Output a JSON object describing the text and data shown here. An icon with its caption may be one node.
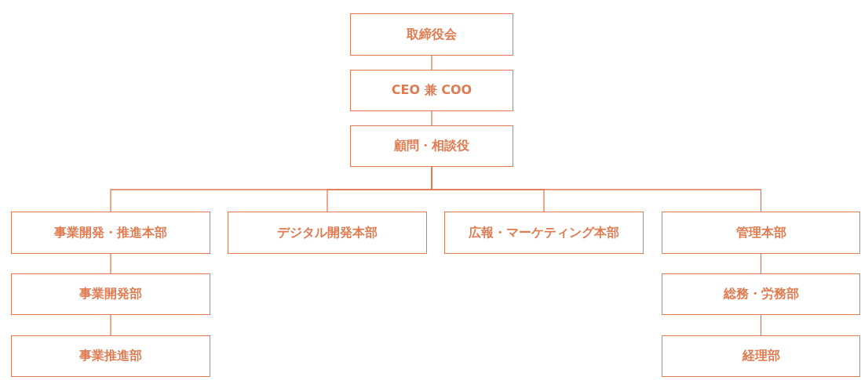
{
  "diagram": {
    "nodes": [
      {
        "text": [
          "取締役会"
        ]
      },
      {
        "text": [
          "CEO 兼 COO"
        ]
      },
      {
        "text": [
          "顧問・相談役"
        ]
      },
      {
        "text": [
          "事業開発・推進本部"
        ]
      },
      {
        "text": [
          "デジタル開発本部"
        ]
      },
      {
        "text": [
          "広報・マーケティング本部"
        ]
      },
      {
        "text": [
          "管理本部"
        ]
      },
      {
        "text": [
          "事業開発部"
        ]
      },
      {
        "text": [
          "事業推進部"
        ]
      },
      {
        "text": [
          "総務・労務部"
        ]
      },
      {
        "text": [
          "経理部"
        ]
      }
    ],
    "edges": [
      {
        "from": 0,
        "to": 1,
        "arrow": "none"
      },
      {
        "from": 1,
        "to": 2,
        "arrow": "none"
      },
      {
        "from": 2,
        "to": 3,
        "arrow": "none"
      },
      {
        "from": 2,
        "to": 4,
        "arrow": "none"
      },
      {
        "from": 2,
        "to": 5,
        "arrow": "none"
      },
      {
        "from": 2,
        "to": 6,
        "arrow": "none"
      },
      {
        "from": 3,
        "to": 7,
        "arrow": "none"
      },
      {
        "from": 7,
        "to": 8,
        "arrow": "none"
      },
      {
        "from": 6,
        "to": 9,
        "arrow": "none"
      },
      {
        "from": 9,
        "to": 10,
        "arrow": "none"
      }
    ]
  }
}
